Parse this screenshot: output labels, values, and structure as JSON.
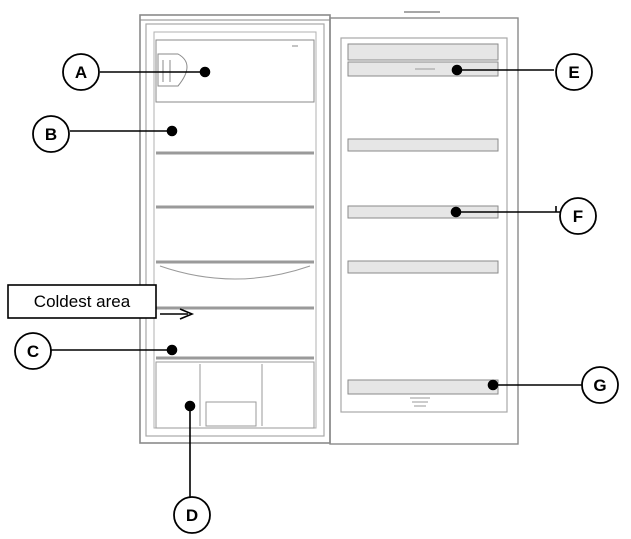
{
  "callouts": {
    "a": "A",
    "b": "B",
    "c": "C",
    "d": "D",
    "e": "E",
    "f": "F",
    "g": "G"
  },
  "note": "Coldest area",
  "colors": {
    "outline": "#8a8a8a",
    "inner": "#a8a8a8",
    "shelf": "#9a9a9a",
    "door_shelf_fill": "#e6e6e6",
    "callout": "#000000",
    "background": "#ffffff"
  }
}
